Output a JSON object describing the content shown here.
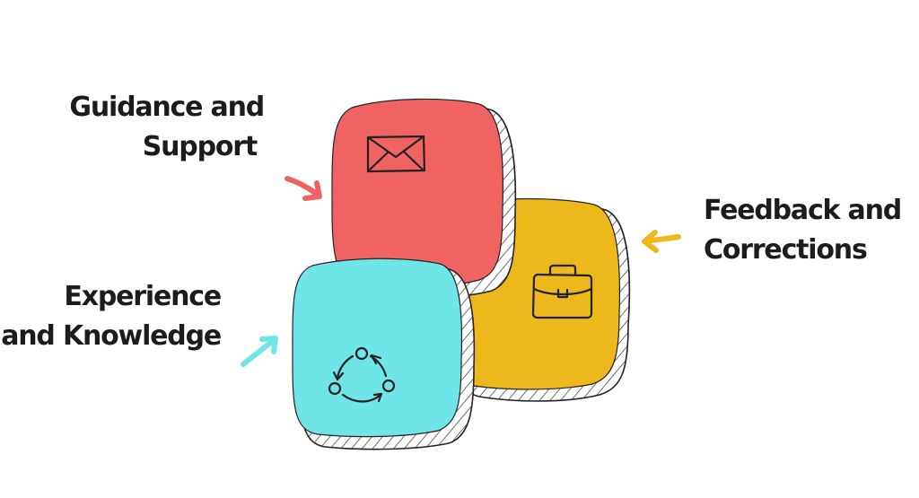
{
  "colors": {
    "guidance": "#ef6463",
    "experience": "#6fe5e8",
    "feedback": "#ecb81b",
    "outline": "#222222",
    "text": "#1c1c1c"
  },
  "items": {
    "guidance": {
      "line1": "Guidance and",
      "line2": "Support",
      "icon": "envelope-icon"
    },
    "experience": {
      "line1": "Experience",
      "line2": "and Knowledge",
      "icon": "cycle-icon"
    },
    "feedback": {
      "line1": "Feedback and",
      "line2": "Corrections",
      "icon": "briefcase-icon"
    }
  }
}
